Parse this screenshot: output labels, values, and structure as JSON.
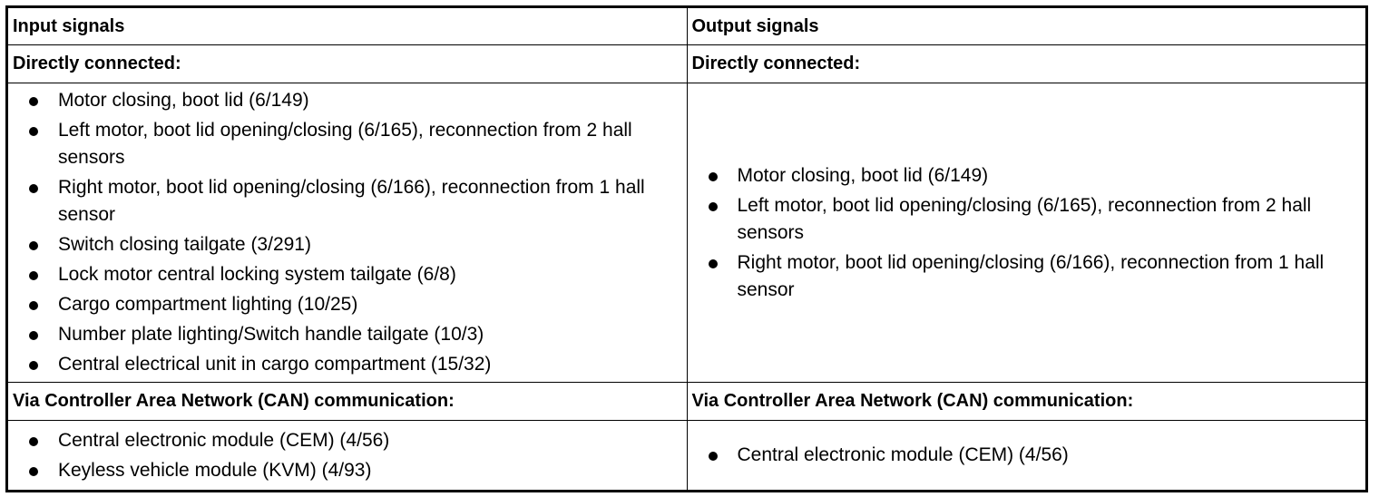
{
  "input": {
    "header": "Input signals",
    "direct_label": "Directly connected:",
    "direct_items": [
      "Motor closing, boot lid (6/149)",
      "Left motor, boot lid opening/closing (6/165), reconnection from 2 hall sensors",
      "Right motor, boot lid opening/closing (6/166), reconnection from 1 hall sensor",
      "Switch closing tailgate (3/291)",
      "Lock motor central locking system tailgate (6/8)",
      "Cargo compartment lighting (10/25)",
      "Number plate lighting/Switch handle tailgate (10/3)",
      "Central electrical unit in cargo compartment (15/32)"
    ],
    "can_label": "Via Controller Area Network (CAN) communication:",
    "can_items": [
      "Central electronic module (CEM) (4/56)",
      "Keyless vehicle module (KVM) (4/93)"
    ]
  },
  "output": {
    "header": "Output signals",
    "direct_label": "Directly connected:",
    "direct_items": [
      "Motor closing, boot lid (6/149)",
      "Left motor, boot lid opening/closing (6/165), reconnection from 2 hall sensors",
      "Right motor, boot lid opening/closing (6/166), reconnection from 1 hall sensor"
    ],
    "can_label": "Via Controller Area Network (CAN) communication:",
    "can_items": [
      "Central electronic module (CEM) (4/56)"
    ]
  }
}
